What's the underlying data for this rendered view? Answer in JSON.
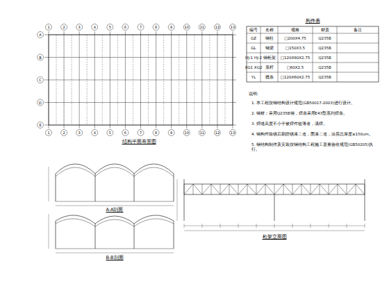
{
  "diagram": {
    "labels": [
      "构件表",
      "编号",
      "名称",
      "规格",
      "材质",
      "备注",
      "GZ",
      "钢柱",
      "□200X4.75",
      "Q235B",
      "GL",
      "钢梁",
      "□150X3.5",
      "Q235B",
      "HJ-1 HJ-2",
      "钢桁架",
      "□120X80X2.75",
      "Q235B",
      "XG1 XG2",
      "系杆",
      "□60X2.5",
      "Q235B",
      "YL",
      "檩条",
      "□120X60X2.75",
      "Q235B",
      "说明:",
      "1. 本工程按钢结构设计规范(GB50017-2003)进行设计。",
      "2. 钢材：采用Q235B钢，焊条采用E43型系列焊条。",
      "3. 焊缝高度不小于被焊件较薄者，满焊。",
      "4. 钢构件除锈后刷防锈漆二道，面漆二道，涂层总厚度≥150um。",
      "5. 钢结构制作及安装按钢结构工程施工质量验收规范(GB50205)执行。",
      "结构平面布置图",
      "A-A剖面",
      "B-B剖面",
      "桁架立面图",
      "1",
      "2",
      "3",
      "4",
      "5",
      "6",
      "7",
      "8",
      "9",
      "10",
      "11",
      "12",
      "13",
      "1",
      "2",
      "3",
      "4",
      "5",
      "6",
      "7",
      "8",
      "9",
      "10",
      "11",
      "12",
      "13",
      "A",
      "B",
      "C",
      "D",
      "E"
    ]
  }
}
